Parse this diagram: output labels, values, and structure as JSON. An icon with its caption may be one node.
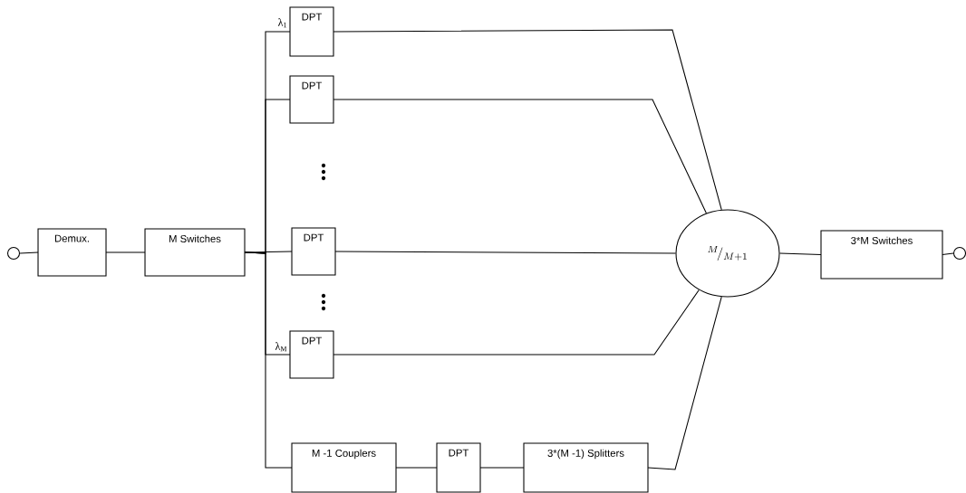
{
  "diagram": {
    "nodes": [
      {
        "text": [],
        "shape": "circle"
      },
      {
        "text": [
          "Demux."
        ]
      },
      {
        "text": [
          "M Switches"
        ]
      },
      {
        "text": [
          "DPT"
        ],
        "beside": [
          "λ$_{1}$"
        ]
      },
      {
        "text": [
          "DPT"
        ]
      },
      {
        "text": [
          "DPT"
        ]
      },
      {
        "text": [
          "DPT"
        ],
        "beside": [
          "λ$_{M}$"
        ]
      },
      {
        "text": [
          "M -1 Couplers"
        ]
      },
      {
        "text": [
          "DPT"
        ]
      },
      {
        "text": [
          "3*(M -1) Splitters"
        ]
      },
      {
        "text": [
          "{}^{M}\\!/_{M + 1}"
        ]
      },
      {
        "text": [
          "3*M Switches"
        ]
      },
      {
        "text": [],
        "shape": "circle"
      }
    ],
    "edges": [
      {
        "from": 0,
        "to": 1,
        "arrow": "none"
      },
      {
        "from": 1,
        "to": 2,
        "arrow": "none"
      },
      {
        "from": 2,
        "to": 3,
        "arrow": "none"
      },
      {
        "from": 2,
        "to": 4,
        "arrow": "none"
      },
      {
        "from": 2,
        "to": 5,
        "arrow": "none"
      },
      {
        "from": 2,
        "to": 6,
        "arrow": "none"
      },
      {
        "from": 2,
        "to": 7,
        "arrow": "none"
      },
      {
        "from": 3,
        "to": 10,
        "arrow": "none"
      },
      {
        "from": 4,
        "to": 10,
        "arrow": "none"
      },
      {
        "from": 5,
        "to": 10,
        "arrow": "none"
      },
      {
        "from": 6,
        "to": 10,
        "arrow": "none"
      },
      {
        "from": 7,
        "to": 8,
        "arrow": "none"
      },
      {
        "from": 8,
        "to": 9,
        "arrow": "none"
      },
      {
        "from": 9,
        "to": 10,
        "arrow": "none"
      },
      {
        "from": 10,
        "to": 11,
        "arrow": "none"
      },
      {
        "from": 11,
        "to": 12,
        "arrow": "none"
      }
    ]
  }
}
